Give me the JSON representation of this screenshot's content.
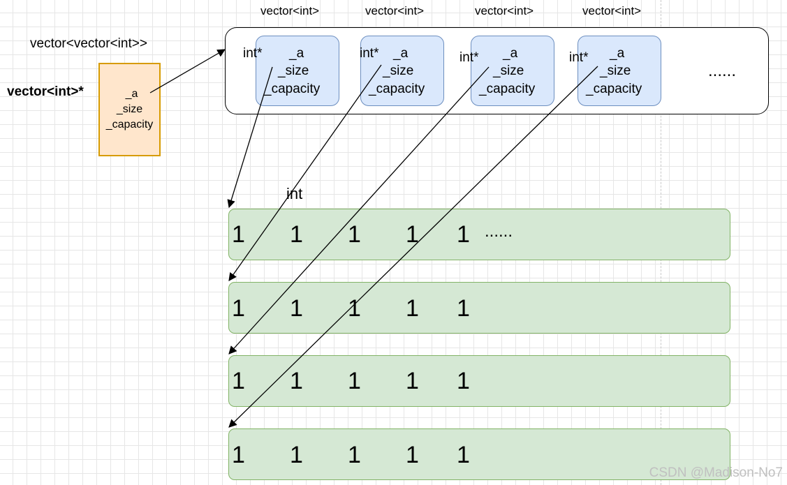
{
  "top_labels": [
    "vector<int>",
    "vector<int>",
    "vector<int>",
    "vector<int>"
  ],
  "outer_type_label": "vector<vector<int>>",
  "pointer_label": "vector<int>*",
  "orange_box": {
    "a": "_a",
    "size": "_size",
    "capacity": "_capacity"
  },
  "blue_boxes": [
    {
      "ptr": "int*",
      "a": "_a",
      "size": "_size",
      "capacity": "_capacity"
    },
    {
      "ptr": "int*",
      "a": "_a",
      "size": "_size",
      "capacity": "_capacity"
    },
    {
      "ptr": "int*",
      "a": "_a",
      "size": "_size",
      "capacity": "_capacity"
    },
    {
      "ptr": "int*",
      "a": "_a",
      "size": "_size",
      "capacity": "_capacity"
    }
  ],
  "outer_ellipsis": "......",
  "int_label": "int",
  "rows": [
    {
      "values": [
        "1",
        "1",
        "1",
        "1",
        "1"
      ],
      "ellipsis": "......"
    },
    {
      "values": [
        "1",
        "1",
        "1",
        "1",
        "1"
      ]
    },
    {
      "values": [
        "1",
        "1",
        "1",
        "1",
        "1"
      ]
    },
    {
      "values": [
        "1",
        "1",
        "1",
        "1",
        "1"
      ]
    }
  ],
  "watermark": "CSDN @Madison-No7",
  "colors": {
    "orange_fill": "#ffe6cc",
    "orange_stroke": "#d79b00",
    "blue_fill": "#dae8fc",
    "blue_stroke": "#6c8ebf",
    "green_fill": "#d5e8d4",
    "green_stroke": "#82b366"
  }
}
